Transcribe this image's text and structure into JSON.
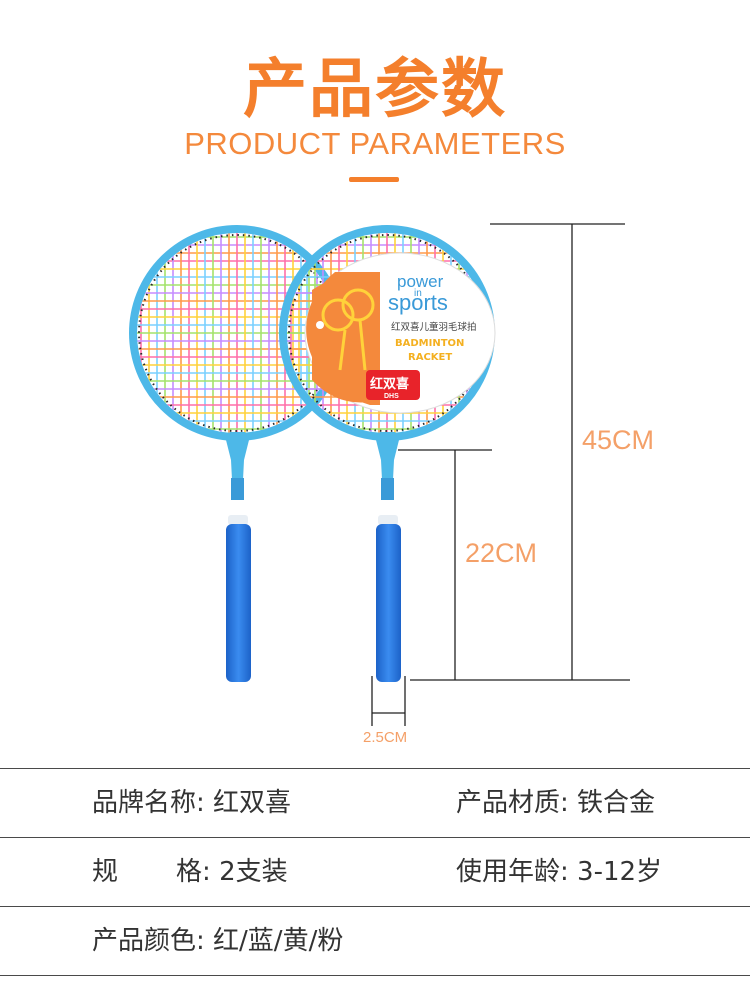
{
  "header": {
    "title_cn": "产品参数",
    "title_en": "PRODUCT PARAMETERS"
  },
  "product_image": {
    "tag_line1": "power",
    "tag_line2": "in",
    "tag_line3": "sports",
    "tag_cn": "红双喜儿童羽毛球拍",
    "tag_en1": "BADMINTON",
    "tag_en2": "RACKET",
    "brand_logo_cn": "红双喜",
    "brand_logo_en": "DHS"
  },
  "dimensions": {
    "total_length": "45CM",
    "handle_length": "22CM",
    "handle_width": "2.5CM"
  },
  "params": {
    "rows": [
      {
        "k1": "品牌名称",
        "v1": "红双喜",
        "k2": "产品材质",
        "v2": "铁合金"
      },
      {
        "k1": "规",
        "k1b": "格",
        "v1": "2支装",
        "k2": "使用年龄",
        "v2": "3-12岁"
      },
      {
        "k1": "产品颜色",
        "v1": "红/蓝/黄/粉"
      }
    ],
    "separator": ": "
  },
  "colors": {
    "accent": "#f47f2c",
    "frame": "#4db8e8",
    "grip": "#2878e0",
    "dimension": "#f4a068"
  }
}
